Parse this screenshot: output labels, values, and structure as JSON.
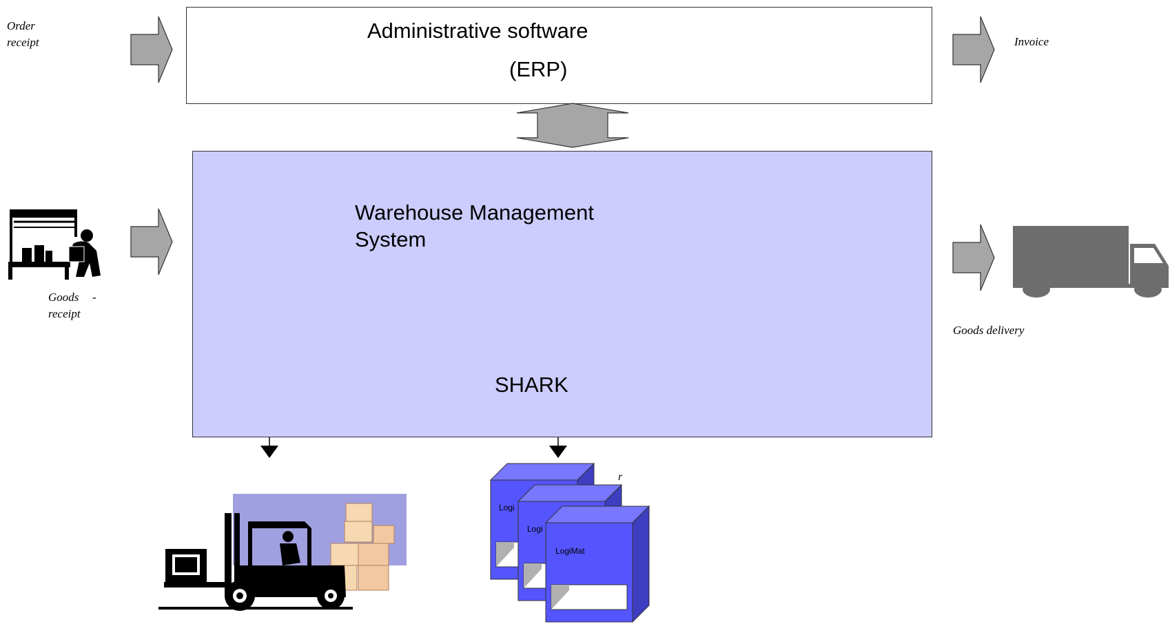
{
  "labels": {
    "order_receipt_line1": "Order",
    "order_receipt_line2": "receipt",
    "invoice": "Invoice",
    "goods_receipt_line1": "Goods",
    "goods_receipt_dash": "-",
    "goods_receipt_line2": "receipt",
    "goods_delivery": "Goods delivery",
    "stray_r": "r"
  },
  "erp": {
    "title_line1": "Administrative software",
    "title_line2": "(ERP)"
  },
  "wms": {
    "title_line1": "Warehouse Management",
    "title_line2": "System",
    "product": "SHARK"
  },
  "logimat": {
    "label_back": "Logi",
    "label_middle": "Logi",
    "label_front": "LogiMat"
  },
  "colors": {
    "wms_fill": "#ccccff",
    "arrow_fill": "#a6a6a6",
    "truck_fill": "#6d6d6d",
    "logimat_front": "#5555ff",
    "logimat_top": "#7777ff",
    "logimat_side": "#3e3ec0",
    "forklift_bg": "#a0a0e0"
  },
  "icons": [
    "block-arrow-right-icon",
    "double-arrow-vertical-icon",
    "arrow-down-icon",
    "warehouse-worker-icon",
    "truck-icon",
    "forklift-icon",
    "logimat-unit-icon"
  ]
}
